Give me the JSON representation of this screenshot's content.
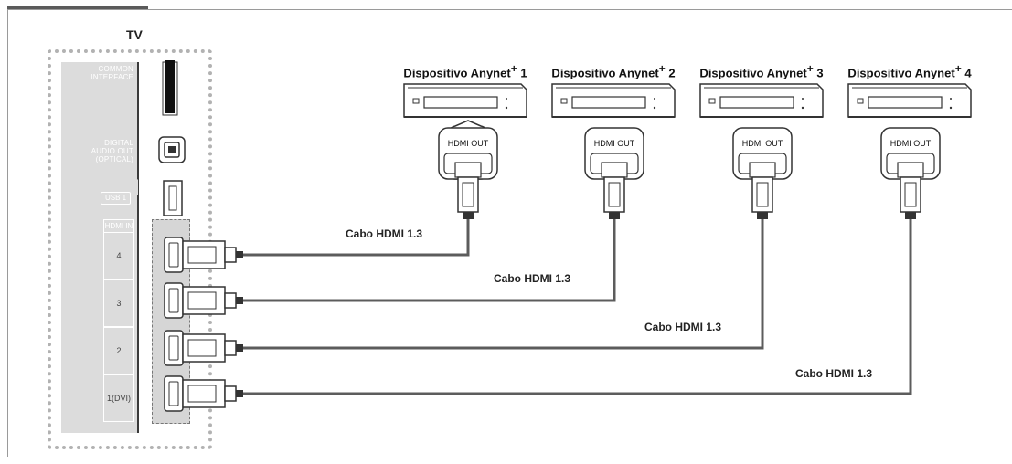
{
  "tv": {
    "title": "TV",
    "labels": {
      "common_interface_line1": "COMMON",
      "common_interface_line2": "INTERFACE",
      "digital_audio_line1": "DIGITAL",
      "digital_audio_line2": "AUDIO OUT",
      "digital_audio_line3": "(OPTICAL)",
      "usb": "USB 1",
      "hdmi_in": "HDMI IN"
    },
    "hdmi_ports": [
      "4",
      "3",
      "2",
      "1(DVI)"
    ]
  },
  "devices": [
    {
      "name": "Dispositivo Anynet",
      "sup": "+",
      "number": "1",
      "port_label": "HDMI OUT"
    },
    {
      "name": "Dispositivo Anynet",
      "sup": "+",
      "number": "2",
      "port_label": "HDMI OUT"
    },
    {
      "name": "Dispositivo Anynet",
      "sup": "+",
      "number": "3",
      "port_label": "HDMI OUT"
    },
    {
      "name": "Dispositivo Anynet",
      "sup": "+",
      "number": "4",
      "port_label": "HDMI OUT"
    }
  ],
  "cables": [
    {
      "label": "Cabo HDMI 1.3"
    },
    {
      "label": "Cabo HDMI 1.3"
    },
    {
      "label": "Cabo HDMI 1.3"
    },
    {
      "label": "Cabo HDMI 1.3"
    }
  ],
  "colors": {
    "cable": "#5c5c5c",
    "panel": "#dcdcdc",
    "outline": "#b2b2b2"
  }
}
